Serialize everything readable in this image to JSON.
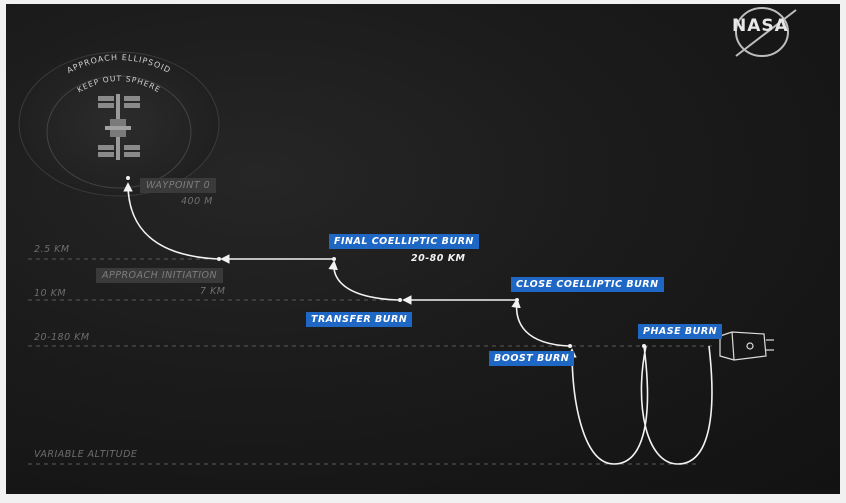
{
  "logo": {
    "text": "NASA"
  },
  "zones": {
    "approach_ellipsoid": "APPROACH ELLIPSOID",
    "keep_out_sphere": "KEEP OUT SPHERE"
  },
  "altitudes": {
    "km_2_5": "2.5 KM",
    "km_10": "10 KM",
    "km_20_180": "20-180 KM",
    "variable": "VARIABLE ALTITUDE"
  },
  "waypoint": {
    "label": "WAYPOINT 0",
    "distance": "400 M"
  },
  "approach_initiation": {
    "label": "APPROACH INITIATION",
    "distance": "7 KM"
  },
  "burns": {
    "final_coelliptic": {
      "label": "FINAL COELLIPTIC BURN",
      "distance": "20-80 KM"
    },
    "transfer": "TRANSFER BURN",
    "close_coelliptic": "CLOSE COELLIPTIC BURN",
    "boost": "BOOST BURN",
    "phase": "PHASE BURN"
  },
  "colors": {
    "label_blue": "#1f67c4",
    "path": "#f2f2f2",
    "background": "#1b1b1b",
    "dim_text": "#6d6d6d"
  },
  "icons": [
    "space-station-icon",
    "spacecraft-icon",
    "nasa-logo-icon"
  ]
}
